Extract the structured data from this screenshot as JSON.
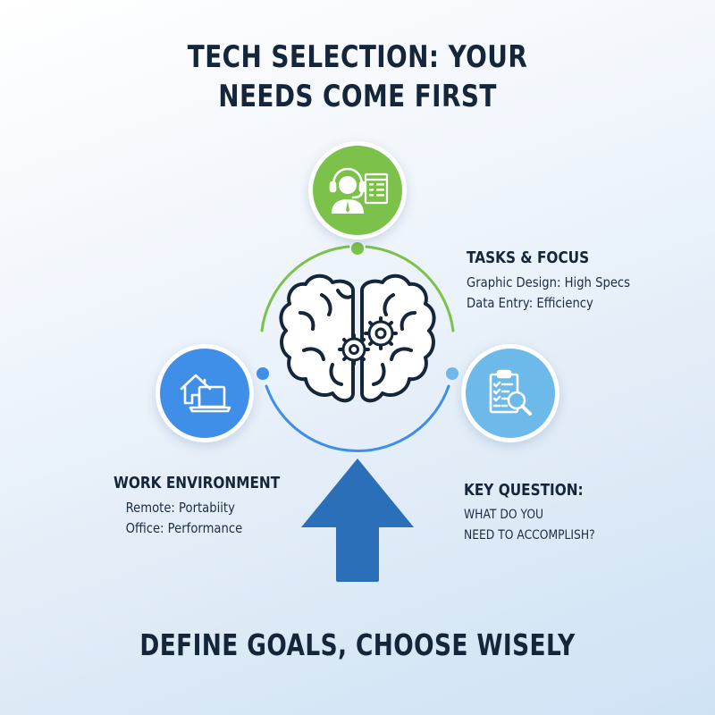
{
  "title": {
    "line1": "TECH SELECTION: YOUR",
    "line2": "NEEDS COME FIRST"
  },
  "center": {
    "icon": "brain-gears-icon",
    "ring_colors": {
      "top_arc": "#7cc24a",
      "bottom_arc": "#3f8fe9"
    }
  },
  "nodes": {
    "top": {
      "icon": "customer-support-headset-icon",
      "color": "#7cc24a"
    },
    "left": {
      "icon": "home-laptop-icon",
      "color": "#3f8fe9"
    },
    "right": {
      "icon": "checklist-magnifier-icon",
      "color": "#6cb9ea"
    }
  },
  "tasks": {
    "heading": "TASKS & FOCUS",
    "lines": [
      "Graphic Design: High Specs",
      "Data Entry: Efficiency"
    ]
  },
  "environment": {
    "heading": "WORK ENVIRONMENT",
    "lines": [
      "Remote: Portabiity",
      "Office: Performance"
    ]
  },
  "key_question": {
    "heading": "KEY QUESTION:",
    "lines": [
      "WHAT DO YOU",
      "NEED TO ACCOMPLISH?"
    ]
  },
  "arrow": {
    "icon": "up-arrow-icon",
    "color": "#2a6fb8"
  },
  "footer": {
    "text": "DEFINE GOALS, CHOOSE WISELY"
  }
}
